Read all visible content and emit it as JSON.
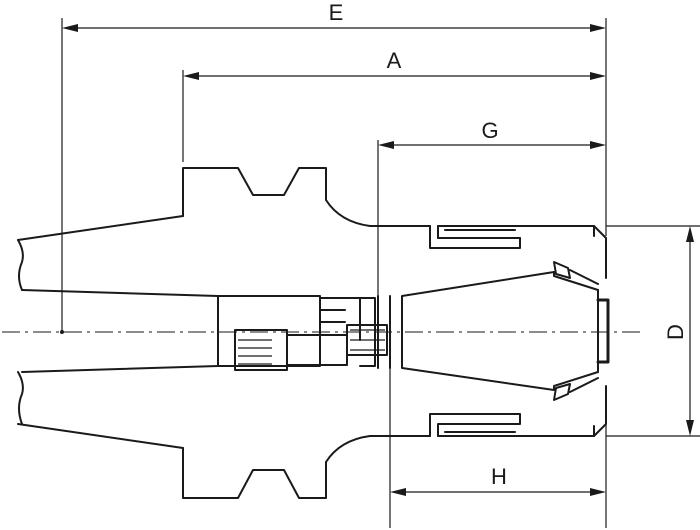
{
  "diagram": {
    "dimension_labels": {
      "E": "E",
      "A": "A",
      "G": "G",
      "D": "D",
      "H": "H"
    },
    "colors": {
      "line": "#1a1a1a",
      "background": "#ffffff"
    }
  }
}
